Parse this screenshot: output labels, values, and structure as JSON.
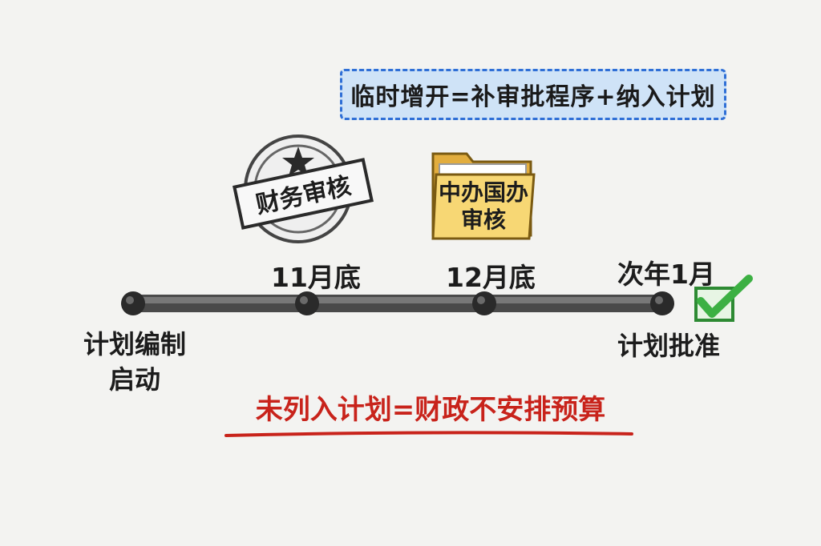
{
  "note": {
    "text": "临时增开=补审批程序+纳入计划"
  },
  "stamp": {
    "text": "财务审核"
  },
  "folder": {
    "line1": "中办国办",
    "line2": "审核"
  },
  "timeline": {
    "dates": [
      "11月底",
      "12月底",
      "次年1月"
    ],
    "start_label": [
      "计划编制",
      "启动"
    ],
    "end_label": "计划批准"
  },
  "warning": {
    "text": "未列入计划=财政不安排预算"
  },
  "colors": {
    "note_border": "#2f6fd6",
    "note_fill": "#cfe3f7",
    "warning_red": "#c8231b",
    "folder_yellow": "#f7d774",
    "check_green": "#3cb043"
  }
}
